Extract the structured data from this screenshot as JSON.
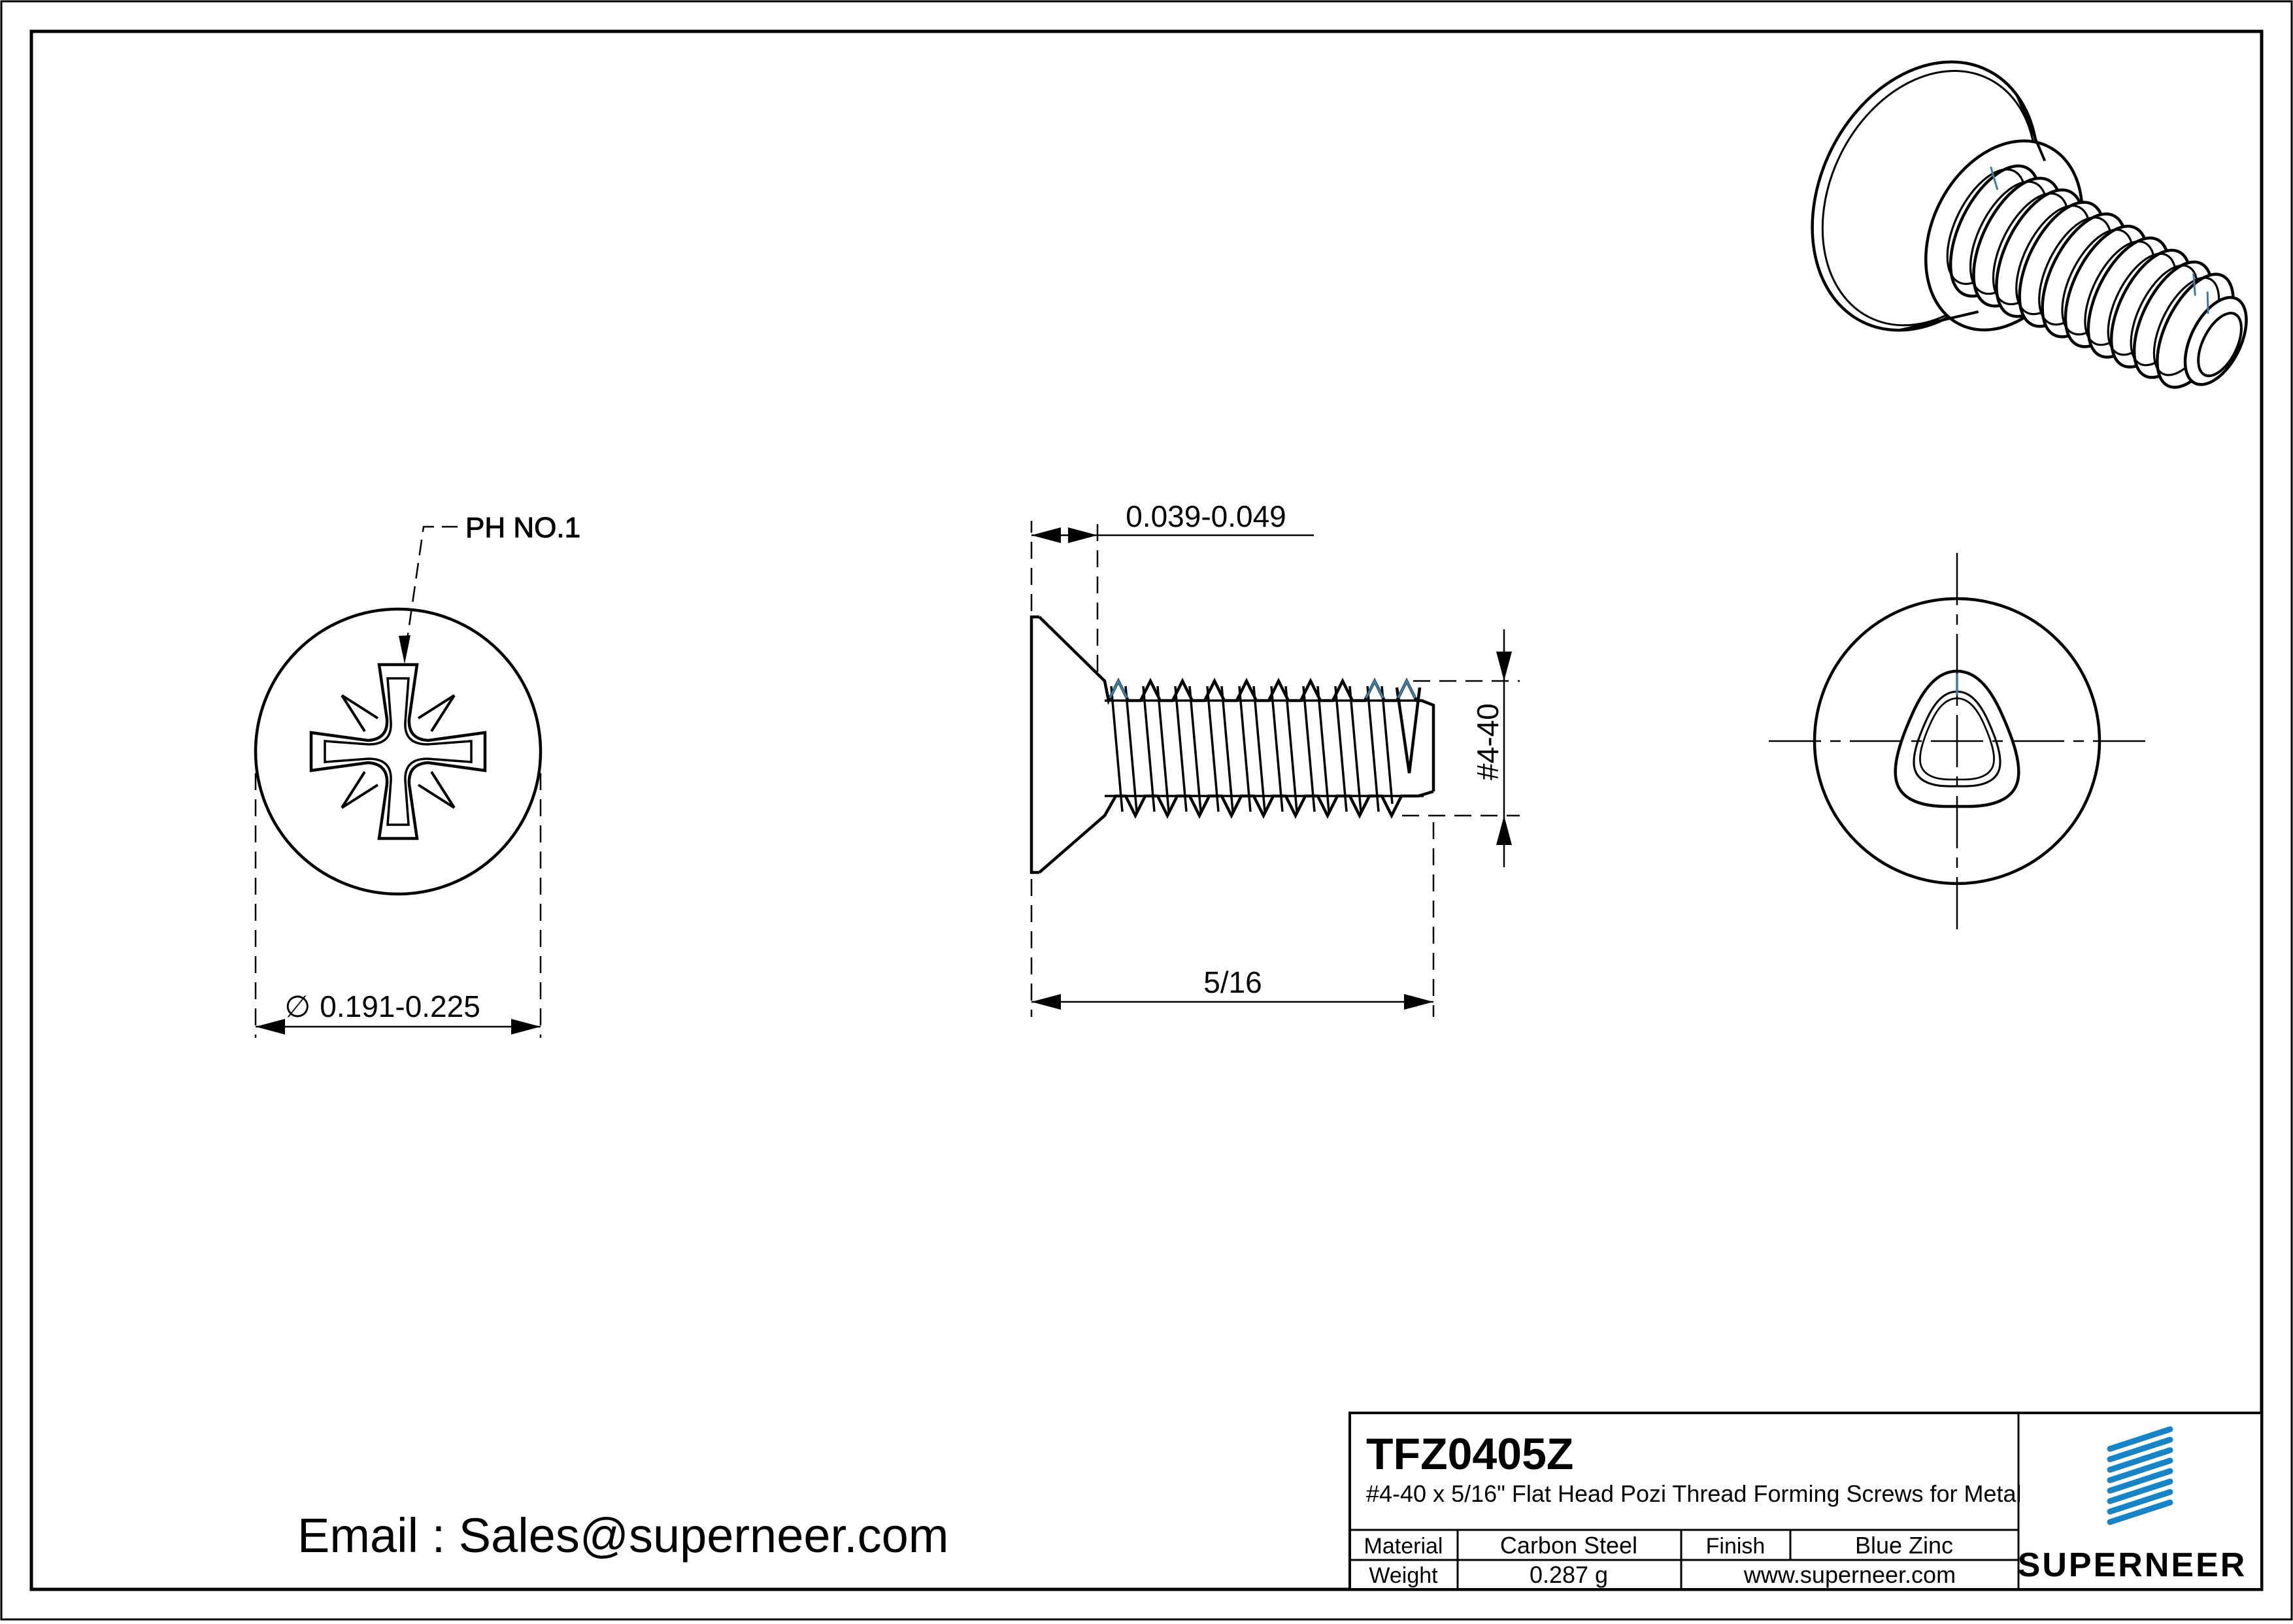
{
  "colors": {
    "line": "#000000",
    "background": "#ffffff",
    "brand_blue": "#1585c8",
    "link_blue": "#1878c8",
    "thread_highlight_blue": "#3a7ca5"
  },
  "views": {
    "front": {
      "leader_label": "PH NO.1",
      "diameter_symbol": "∅",
      "diameter_value": "0.191-0.225"
    },
    "side": {
      "head_height": "0.039-0.049",
      "thread_spec": "#4-40",
      "length": "5/16"
    }
  },
  "title_block": {
    "part_number": "TFZ0405Z",
    "description": "#4-40 x 5/16\" Flat Head Pozi Thread Forming Screws for Metal",
    "material_label": "Material",
    "material_value": "Carbon Steel",
    "finish_label": "Finish",
    "finish_value": "Blue Zinc",
    "weight_label": "Weight",
    "weight_value": "0.287 g",
    "website": "www.superneer.com",
    "brand": "SUPERNEER"
  },
  "footer": {
    "email": "Email : Sales@superneer.com"
  }
}
